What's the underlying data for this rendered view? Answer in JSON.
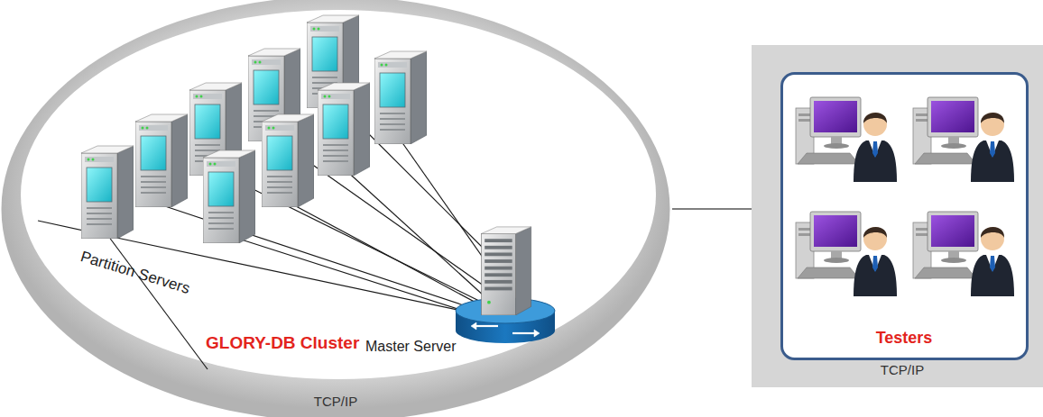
{
  "diagram": {
    "nodes": [
      {
        "text": [
          "GLORY-DB Cluster",
          "TCP/IP"
        ]
      },
      {
        "text": [
          "TCP/IP"
        ]
      },
      {
        "text": [
          "Testers"
        ],
        "in": 1
      }
    ],
    "edges": [
      {
        "from": 0,
        "to": 1,
        "arrow": "none"
      }
    ],
    "labels": [
      "Partition Servers",
      "Master Server"
    ]
  }
}
